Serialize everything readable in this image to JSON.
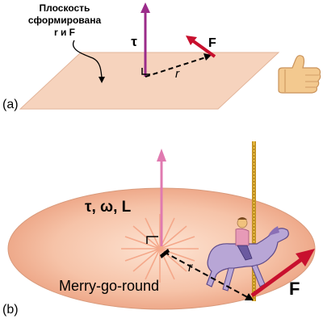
{
  "panel_a": {
    "label": "(a)",
    "plane_caption_line1": "Плоскость",
    "plane_caption_line2": "сформирована",
    "plane_caption_line3": "r и F",
    "tau": "τ",
    "force": "F",
    "radius": "r",
    "thumb": "thumbs-up-hand-icon"
  },
  "panel_b": {
    "label": "(b)",
    "symbols": "τ, ω, L",
    "radius": "r",
    "force": "F",
    "caption": "Merry-go-round",
    "rider": "carousel-horse-rider-icon"
  },
  "colors": {
    "plane": "#f6d3bd",
    "disk": "#f4b79a",
    "vector_purple": "#9b2c8a",
    "vector_pink": "#e07ab0",
    "force_red": "#c8102e",
    "pole": "#d4a017"
  }
}
